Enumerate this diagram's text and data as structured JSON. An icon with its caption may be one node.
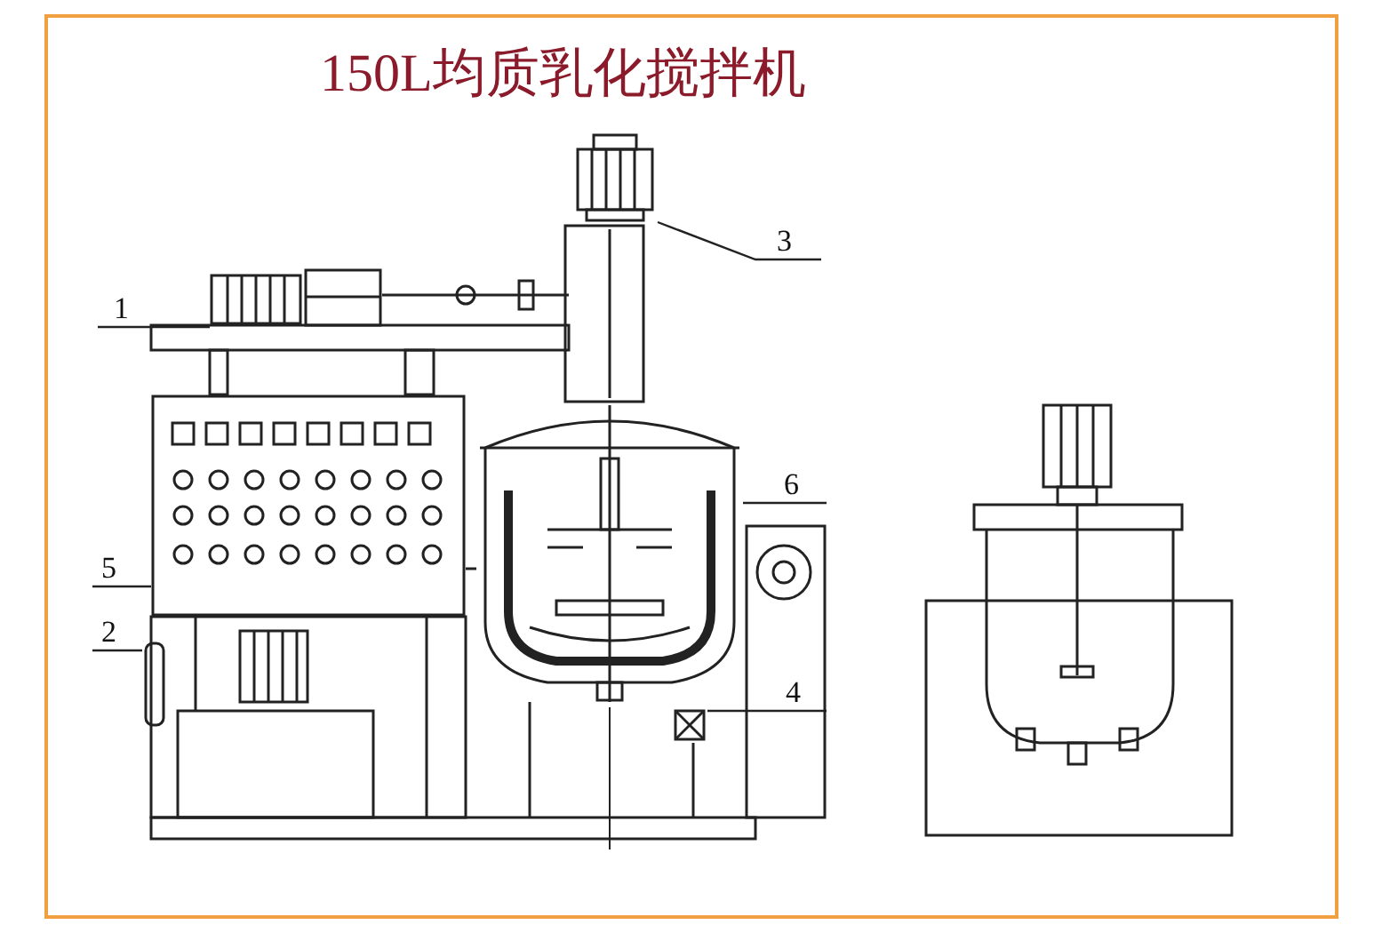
{
  "diagram": {
    "title": "150L均质乳化搅拌机",
    "nodes": [
      {
        "text": [
          "1"
        ]
      },
      {
        "text": [],
        "shape": "picture"
      },
      {
        "text": [
          "3"
        ]
      },
      {
        "text": [],
        "shape": "picture"
      },
      {
        "text": [
          "6"
        ]
      },
      {
        "text": [],
        "shape": "picture"
      },
      {
        "text": [
          "5"
        ]
      },
      {
        "text": [],
        "shape": "picture"
      },
      {
        "text": [
          "2"
        ]
      },
      {
        "text": [],
        "shape": "box"
      },
      {
        "text": [
          "4"
        ]
      },
      {
        "text": [],
        "shape": "box"
      }
    ],
    "edges": [
      {
        "from": 0,
        "to": 1,
        "arrow": "none"
      },
      {
        "from": 2,
        "to": 3,
        "arrow": "none"
      },
      {
        "from": 4,
        "to": 5,
        "arrow": "none"
      },
      {
        "from": 6,
        "to": 7,
        "arrow": "none"
      },
      {
        "from": 8,
        "to": 9,
        "arrow": "none"
      },
      {
        "from": 10,
        "to": 11,
        "arrow": "none"
      }
    ]
  }
}
